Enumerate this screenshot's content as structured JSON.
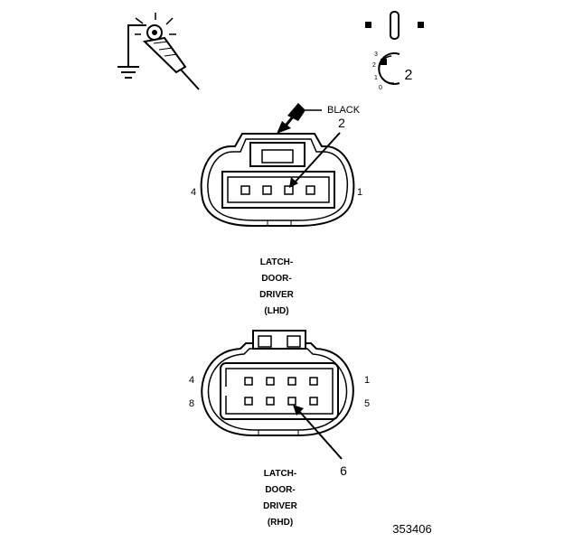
{
  "ignition_symbol": {
    "positions": [
      "3",
      "2",
      "1",
      "0"
    ],
    "key_number": "2"
  },
  "connector_lhd": {
    "wire_color": "BLACK",
    "callout_pin": "2",
    "left_pin": "4",
    "right_pin": "1",
    "caption": [
      "LATCH-",
      "DOOR-",
      "DRIVER",
      "(LHD)"
    ]
  },
  "connector_rhd": {
    "top_left_pin": "4",
    "top_right_pin": "1",
    "bottom_left_pin": "8",
    "bottom_right_pin": "5",
    "callout_pin": "6",
    "caption": [
      "LATCH-",
      "DOOR-",
      "DRIVER",
      "(RHD)"
    ]
  },
  "figure_id": "353406"
}
